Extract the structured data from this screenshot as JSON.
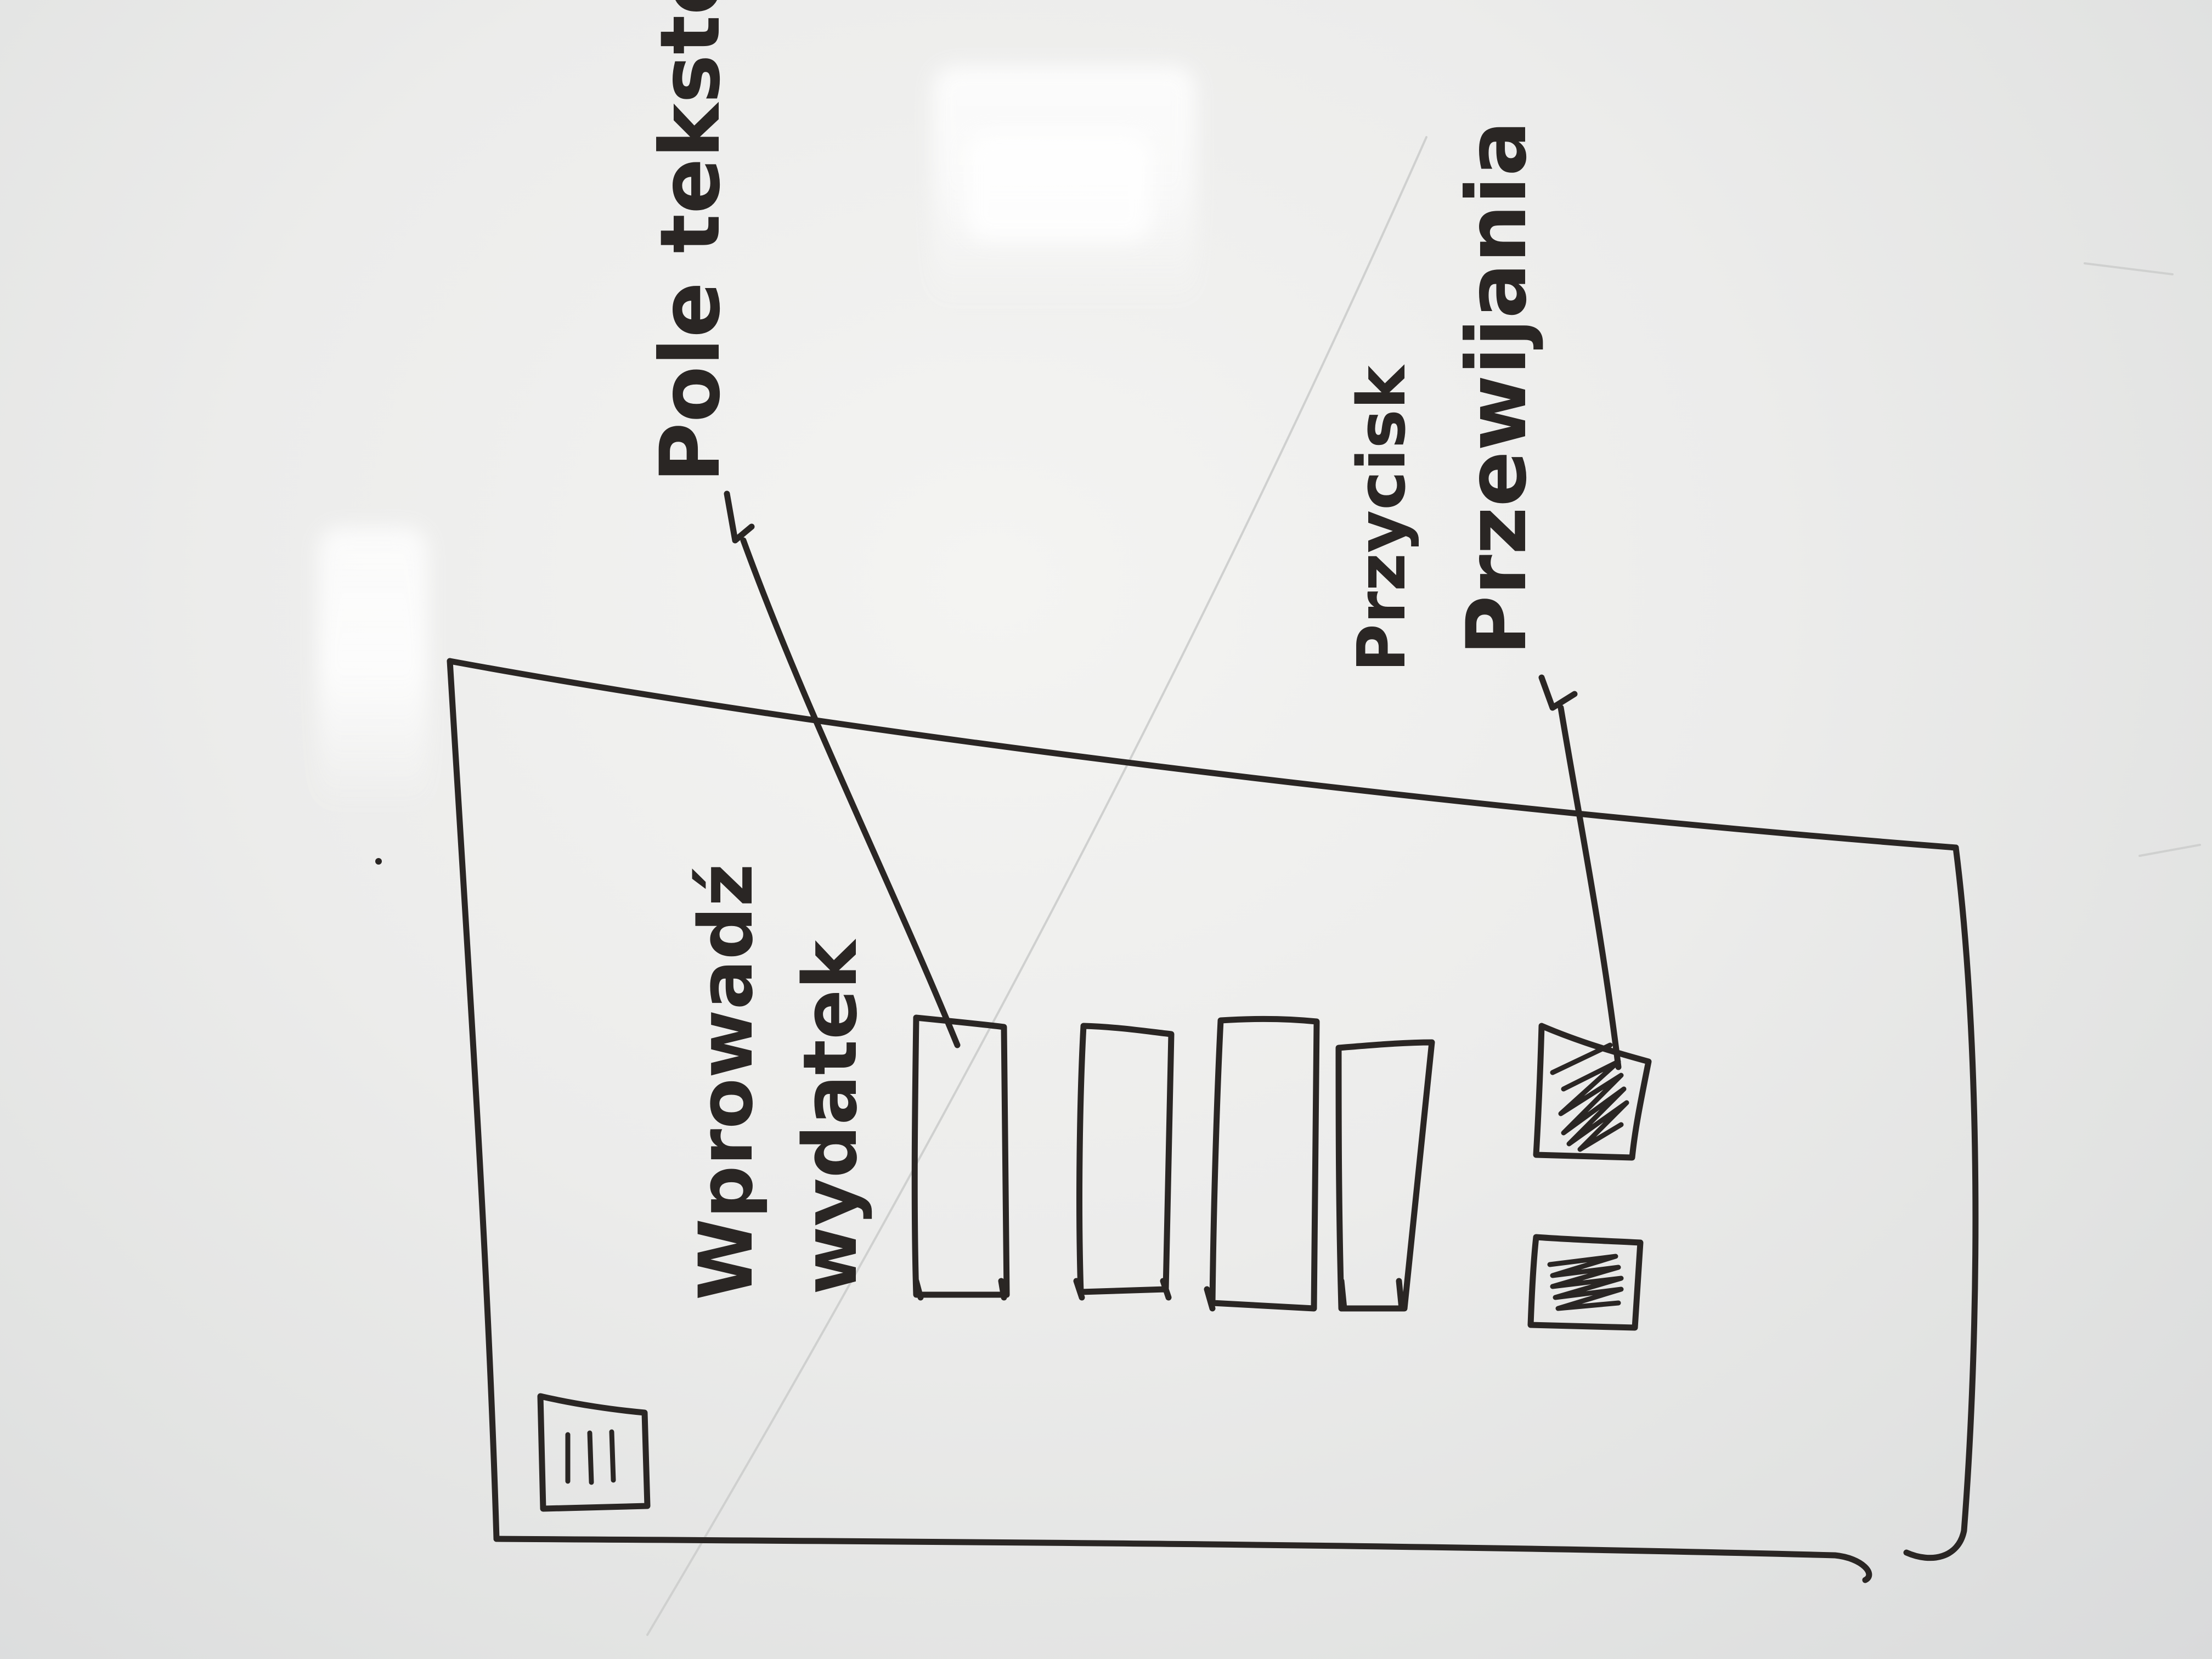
{
  "board": {
    "background_color": "#e9e9e8",
    "ink_color": "#2a2624"
  },
  "annotations": {
    "top_note": "Pole tekstowe",
    "right_note_line1": "Przycisk",
    "right_note_line2": "Przewijania"
  },
  "screen": {
    "heading_line1": "Wprowadź",
    "heading_line2": "wydatek",
    "menu_icon": "hamburger-menu-icon",
    "input_fields": [
      {
        "name": "text-field-1"
      },
      {
        "name": "text-field-2"
      },
      {
        "name": "text-field-3"
      },
      {
        "name": "text-field-4"
      }
    ],
    "buttons": [
      {
        "name": "scroll-button-1",
        "icon": "scribble-fill"
      },
      {
        "name": "scroll-button-2",
        "icon": "scribble-fill"
      }
    ]
  }
}
